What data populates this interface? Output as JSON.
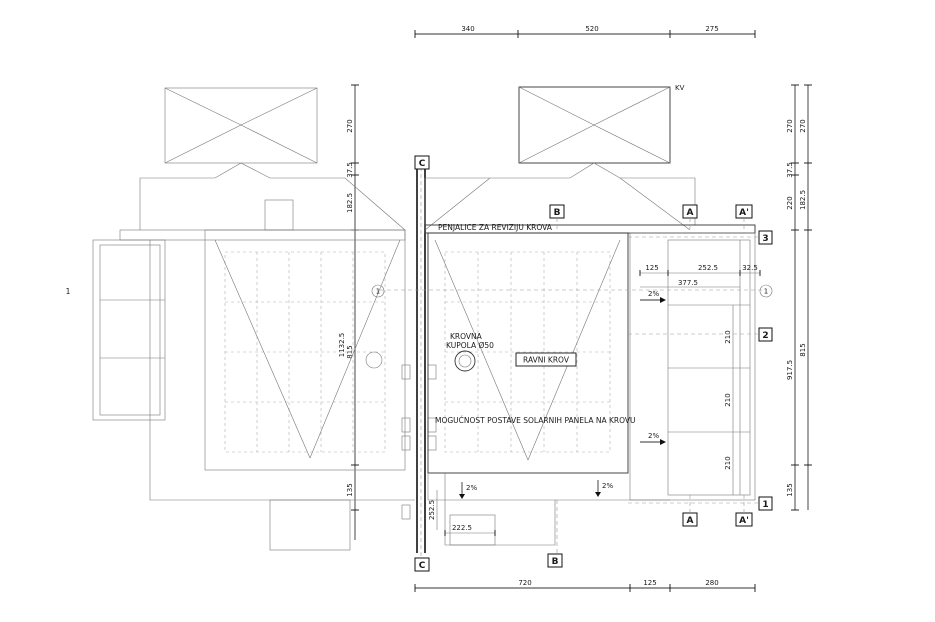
{
  "dimensions": {
    "top": [
      "340",
      "520",
      "275"
    ],
    "bottom": [
      "720",
      "125",
      "280"
    ],
    "right_outer": [
      "270",
      "37.5",
      "220",
      "917.5",
      "135"
    ],
    "right_inner": [
      "270",
      "182.5",
      "815"
    ],
    "left_mid": [
      "270",
      "37.5",
      "182.5",
      "1132.5",
      "815",
      "135"
    ],
    "right_block": [
      "125",
      "252.5",
      "32.5",
      "377.5",
      "210",
      "210",
      "210"
    ],
    "bottom_inner": [
      "252.5",
      "222.5"
    ]
  },
  "axes": {
    "c": "C",
    "b": "B",
    "a": "A",
    "a_prime": "A'",
    "one": "1",
    "two": "2",
    "three": "3"
  },
  "labels": {
    "ladder": "PENJALICE ZA REVIZIJU KROVA",
    "dome_line1": "KROVNA",
    "dome_line2": "KUPOLA Ø50",
    "flat_roof": "RAVNI KROV",
    "solar": "MOGUĆNOST POSTAVE SOLARNIH PANELA NA KROVU",
    "slope": "2%",
    "vent": "KV",
    "section_marker": "1",
    "margin_mark": "1"
  }
}
